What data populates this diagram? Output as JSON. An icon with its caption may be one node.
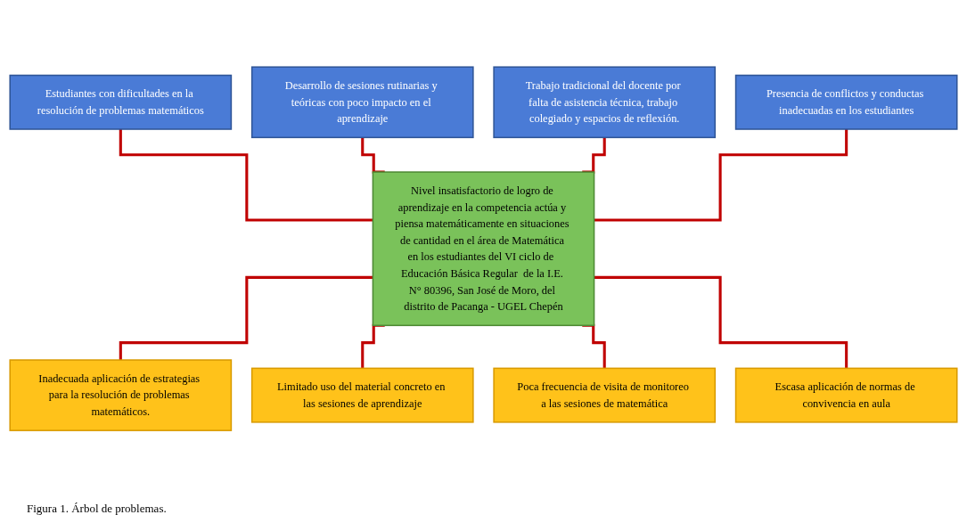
{
  "diagram": {
    "caption": "Figura 1. Árbol de problemas.",
    "nodes": [
      {
        "text": [
          "Estudiantes con dificultades en la resolución de problemas matemáticos"
        ]
      },
      {
        "text": [
          "Desarrollo de sesiones rutinarias y teóricas con poco impacto en el aprendizaje"
        ]
      },
      {
        "text": [
          "Trabajo tradicional del docente por falta de asistencia técnica, trabajo colegiado y espacios de reflexión."
        ]
      },
      {
        "text": [
          "Presencia de conflictos y conductas inadecuadas en los estudiantes"
        ]
      },
      {
        "text": [
          "Nivel insatisfactorio de logro de aprendizaje en la competencia actúa y piensa matemáticamente en situaciones de cantidad en el área de Matemática en los estudiantes del VI ciclo de  Educación Básica Regular  de la I.E. N° 80396, San José de Moro, del distrito de Pacanga - UGEL Chepén"
        ]
      },
      {
        "text": [
          "Inadecuada aplicación de estrategias para la resolución de problemas matemáticos."
        ]
      },
      {
        "text": [
          "Limitado uso del material concreto en las sesiones de aprendizaje"
        ]
      },
      {
        "text": [
          "Poca frecuencia de visita de monitoreo a las sesiones de matemática"
        ]
      },
      {
        "text": [
          "Escasa aplicación de normas de convivencia en aula"
        ]
      }
    ],
    "edges": [
      {
        "from": 0,
        "to": 4,
        "arrow": "none"
      },
      {
        "from": 1,
        "to": 4,
        "arrow": "none"
      },
      {
        "from": 2,
        "to": 4,
        "arrow": "none"
      },
      {
        "from": 3,
        "to": 4,
        "arrow": "none"
      },
      {
        "from": 4,
        "to": 5,
        "arrow": "none"
      },
      {
        "from": 4,
        "to": 6,
        "arrow": "none"
      },
      {
        "from": 4,
        "to": 7,
        "arrow": "none"
      },
      {
        "from": 4,
        "to": 8,
        "arrow": "none"
      }
    ]
  }
}
